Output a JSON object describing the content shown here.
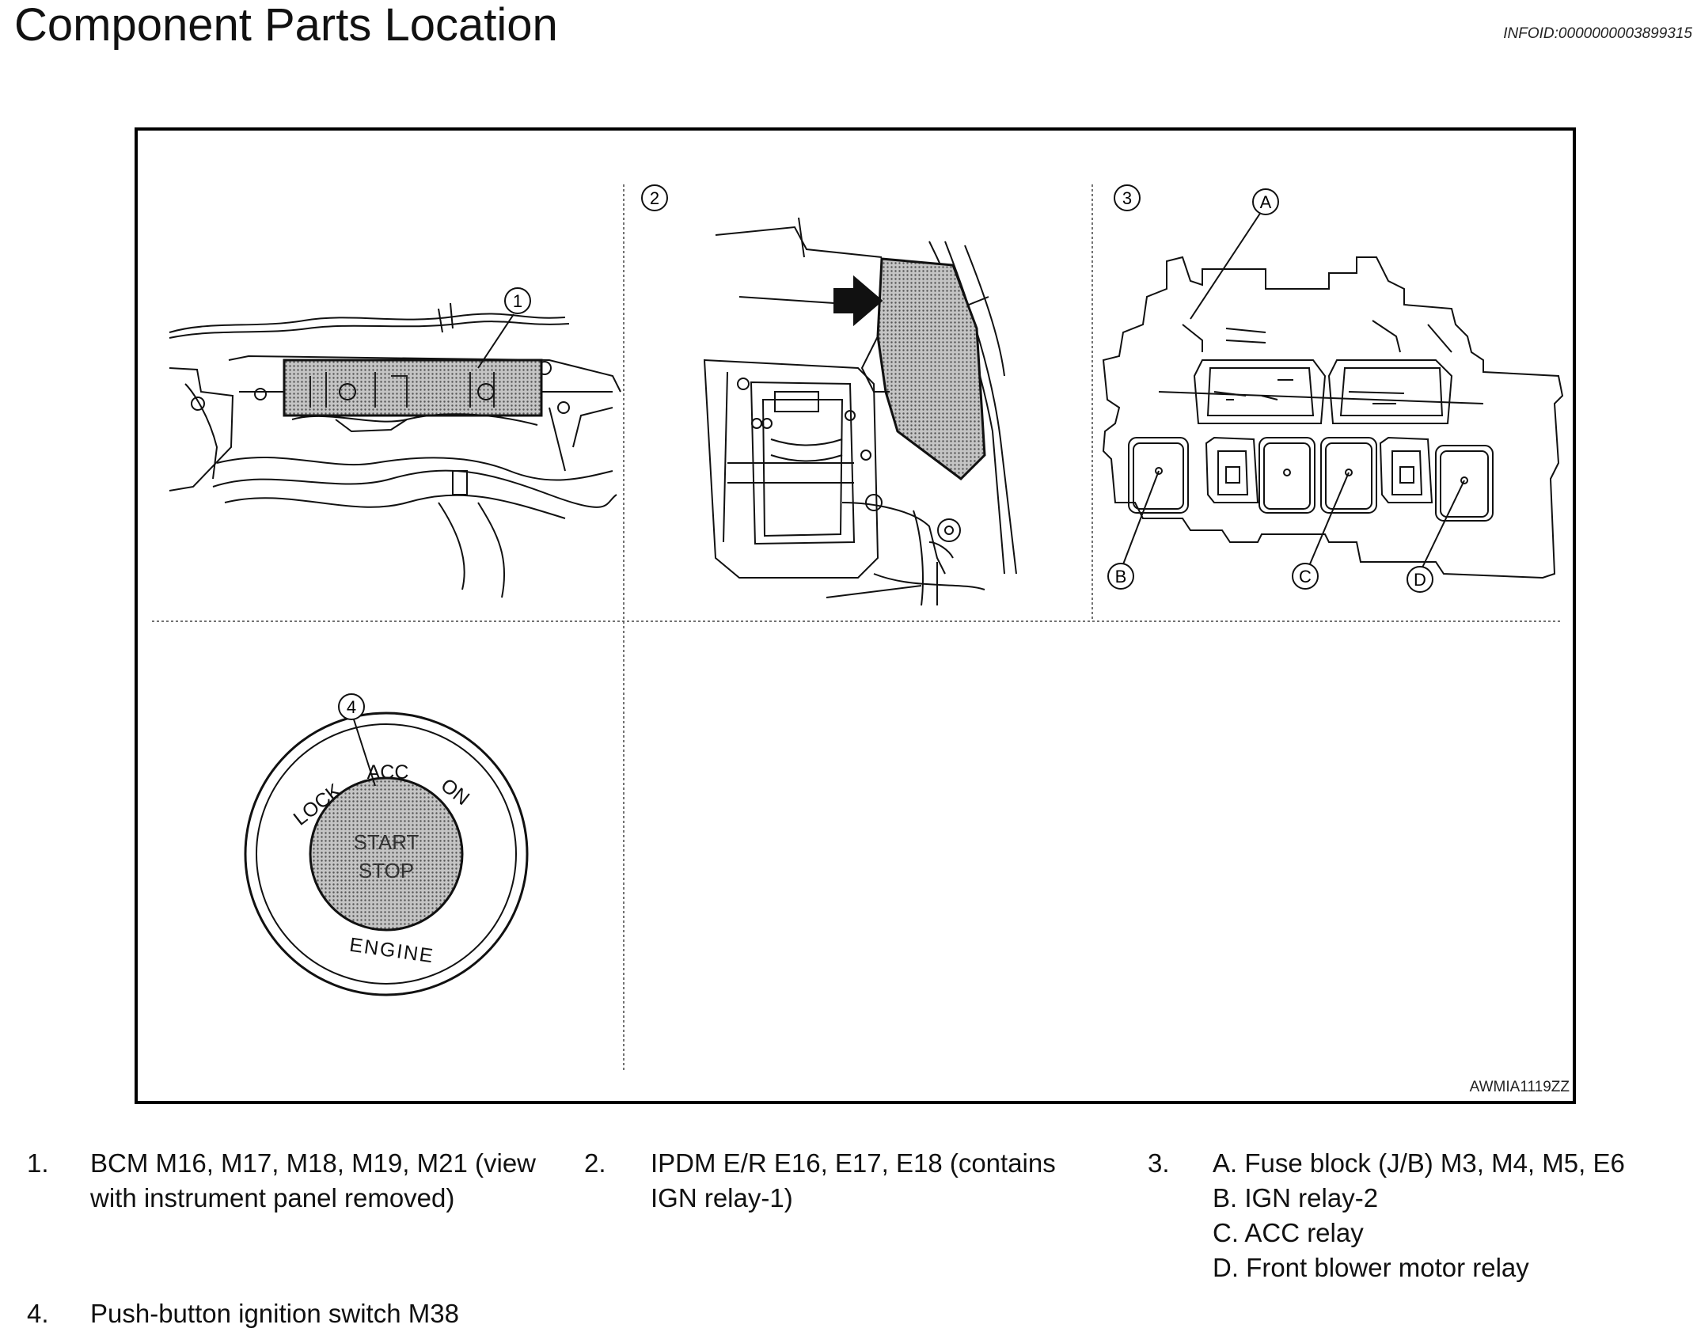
{
  "header": {
    "title": "Component Parts Location",
    "info_id": "INFOID:0000000003899315"
  },
  "figure": {
    "code": "AWMIA1119ZZ",
    "callouts": {
      "c1": "1",
      "c2": "2",
      "c3": "3",
      "c4": "4",
      "a": "A",
      "b": "B",
      "c": "C",
      "d": "D"
    },
    "switch": {
      "lock": "LOCK",
      "acc": "ACC",
      "on": "ON",
      "start": "START",
      "stop": "STOP",
      "engine": "ENGINE"
    }
  },
  "legend": {
    "items": [
      {
        "num": "1.",
        "lines": [
          "BCM M16, M17, M18, M19, M21 (view",
          "with instrument panel removed)"
        ]
      },
      {
        "num": "2.",
        "lines": [
          "IPDM E/R E16, E17, E18 (contains",
          "IGN relay-1)"
        ]
      },
      {
        "num": "3.",
        "lines": [
          "A. Fuse block (J/B) M3, M4, M5, E6",
          "B. IGN relay-2",
          "C. ACC relay",
          "D. Front blower motor relay"
        ]
      },
      {
        "num": "4.",
        "lines": [
          "Push-button ignition switch M38"
        ]
      }
    ]
  },
  "colors": {
    "shading": "#9a9a9a",
    "ink": "#111111"
  }
}
